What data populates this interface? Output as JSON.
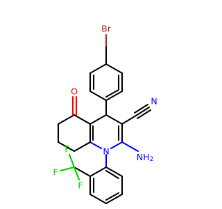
{
  "atoms": {
    "br": {
      "label": "Br",
      "color": "#a52a2a"
    },
    "o": {
      "label": "O",
      "color": "#ff0000"
    },
    "n_nitrile": {
      "label": "N",
      "color": "#0000ff"
    },
    "n_ring": {
      "label": "N",
      "color": "#0000ff"
    },
    "nh2": {
      "label": "NH",
      "sub": "2",
      "color": "#0000ff"
    },
    "f_top": {
      "label": "F",
      "color": "#00cc00"
    },
    "f_left": {
      "label": "F",
      "color": "#00cc00"
    },
    "f_bottom": {
      "label": "F",
      "color": "#00cc00"
    }
  },
  "colors": {
    "bond": "#000000",
    "nitrogen": "#0000ff",
    "oxygen": "#ff0000",
    "bromine": "#a52a2a",
    "fluorine": "#00cc00",
    "background": "#ffffff"
  }
}
